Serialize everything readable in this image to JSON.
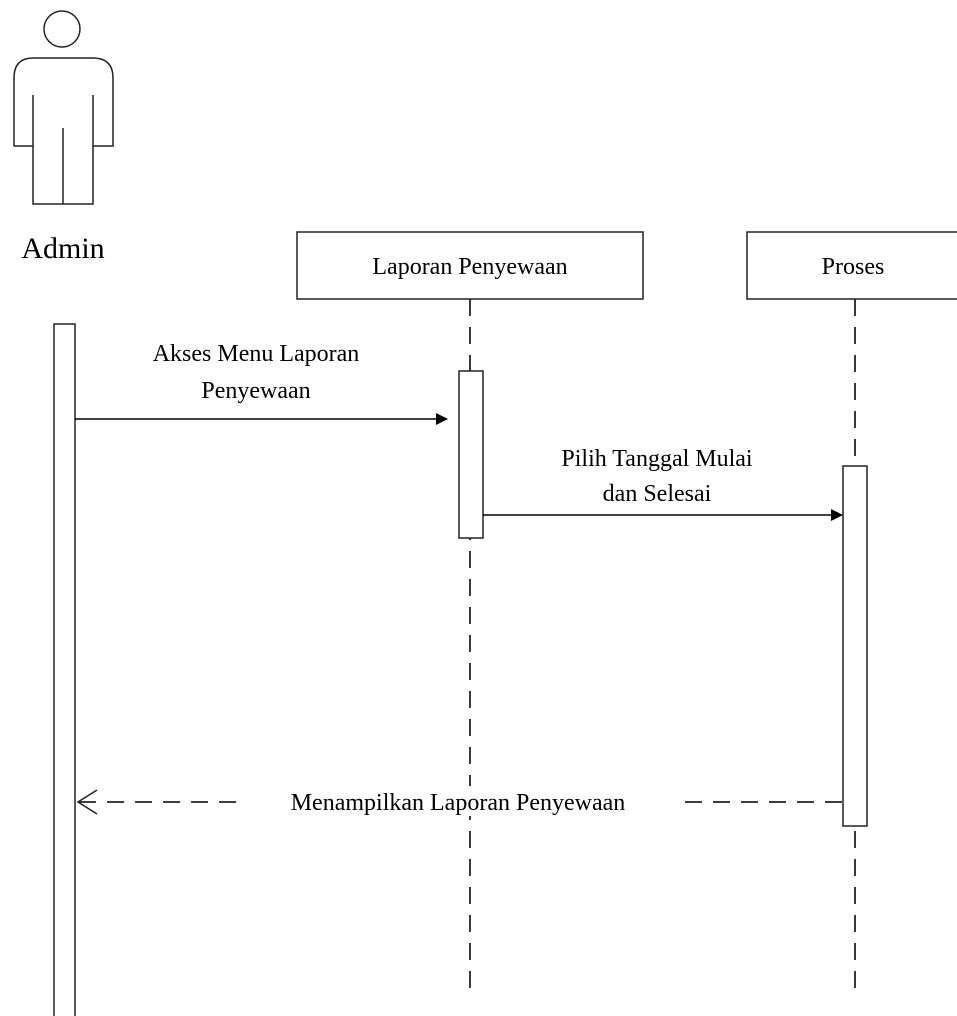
{
  "actor": {
    "name": "Admin"
  },
  "lifelines": [
    {
      "id": "laporan",
      "label": "Laporan Penyewaan"
    },
    {
      "id": "proses",
      "label": "Proses"
    }
  ],
  "messages": [
    {
      "from": "Admin",
      "to": "Laporan Penyewaan",
      "lines": [
        "Akses Menu Laporan",
        "Penyewaan"
      ],
      "style": "solid"
    },
    {
      "from": "Laporan Penyewaan",
      "to": "Proses",
      "lines": [
        "Pilih Tanggal Mulai",
        "dan Selesai"
      ],
      "style": "solid"
    },
    {
      "from": "Proses",
      "to": "Admin",
      "lines": [
        "Menampilkan Laporan Penyewaan"
      ],
      "style": "dashed-return"
    }
  ]
}
